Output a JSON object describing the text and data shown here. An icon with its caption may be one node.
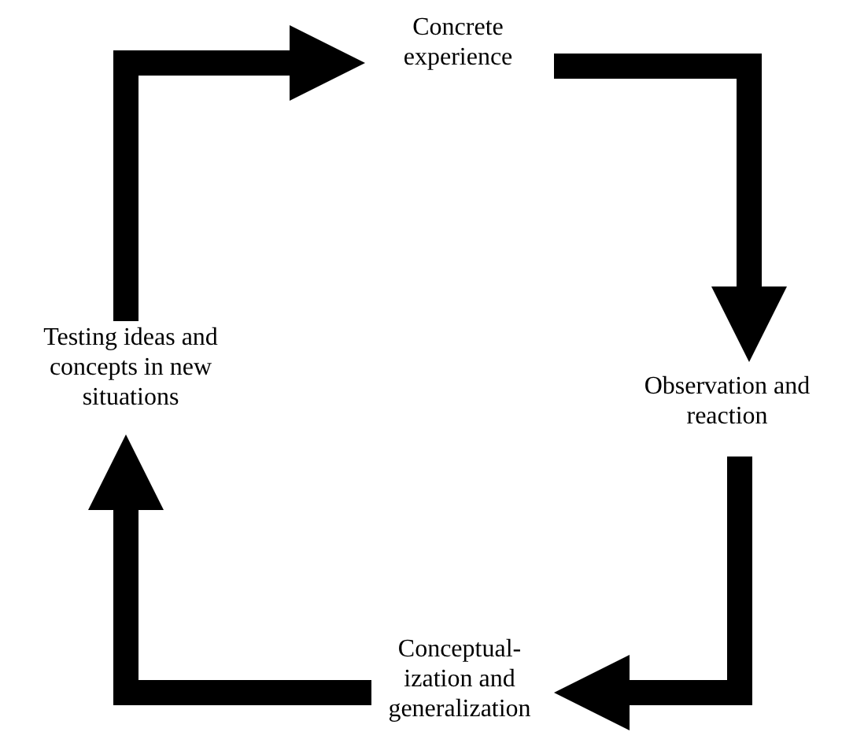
{
  "diagram": {
    "nodes": [
      {
        "text": [
          "Concrete experience"
        ]
      },
      {
        "text": [
          "Observation and reaction"
        ]
      },
      {
        "text": [
          "Conceptual- ization and generalization"
        ]
      },
      {
        "text": [
          "Testing ideas and concepts in new situations"
        ]
      }
    ],
    "edges": [
      {
        "from": 3,
        "to": 0,
        "arrow": "to"
      },
      {
        "from": 0,
        "to": 1,
        "arrow": "to"
      },
      {
        "from": 1,
        "to": 2,
        "arrow": "to"
      },
      {
        "from": 2,
        "to": 3,
        "arrow": "to"
      }
    ]
  }
}
